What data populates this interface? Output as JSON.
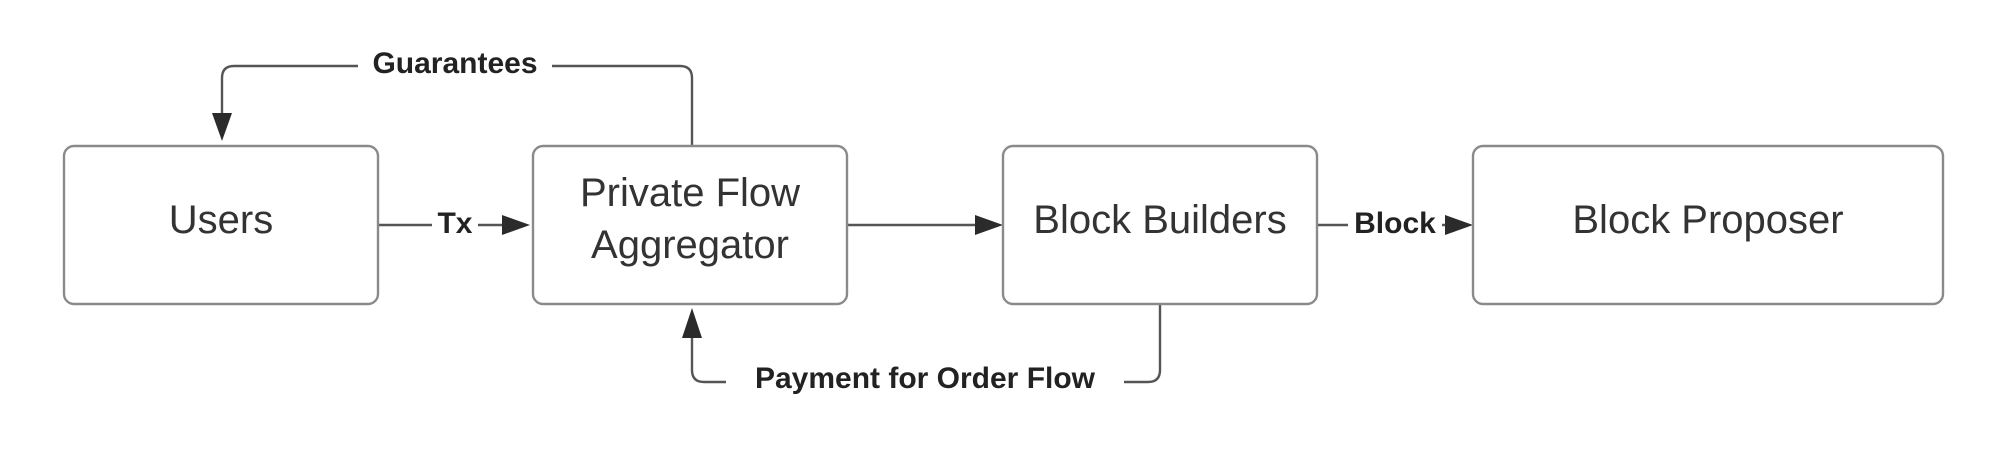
{
  "diagram": {
    "nodes": {
      "users": {
        "label": "Users"
      },
      "aggregator": {
        "label_line1": "Private Flow",
        "label_line2": "Aggregator"
      },
      "builders": {
        "label": "Block Builders"
      },
      "proposer": {
        "label": "Block Proposer"
      }
    },
    "edges": {
      "guarantees": {
        "label": "Guarantees",
        "from": "Private Flow Aggregator",
        "to": "Users"
      },
      "tx": {
        "label": "Tx",
        "from": "Users",
        "to": "Private Flow Aggregator"
      },
      "to_builders": {
        "label": "",
        "from": "Private Flow Aggregator",
        "to": "Block Builders"
      },
      "payment": {
        "label": "Payment for Order Flow",
        "from": "Block Builders",
        "to": "Private Flow Aggregator"
      },
      "block": {
        "label": "Block",
        "from": "Block Builders",
        "to": "Block Proposer"
      }
    }
  }
}
